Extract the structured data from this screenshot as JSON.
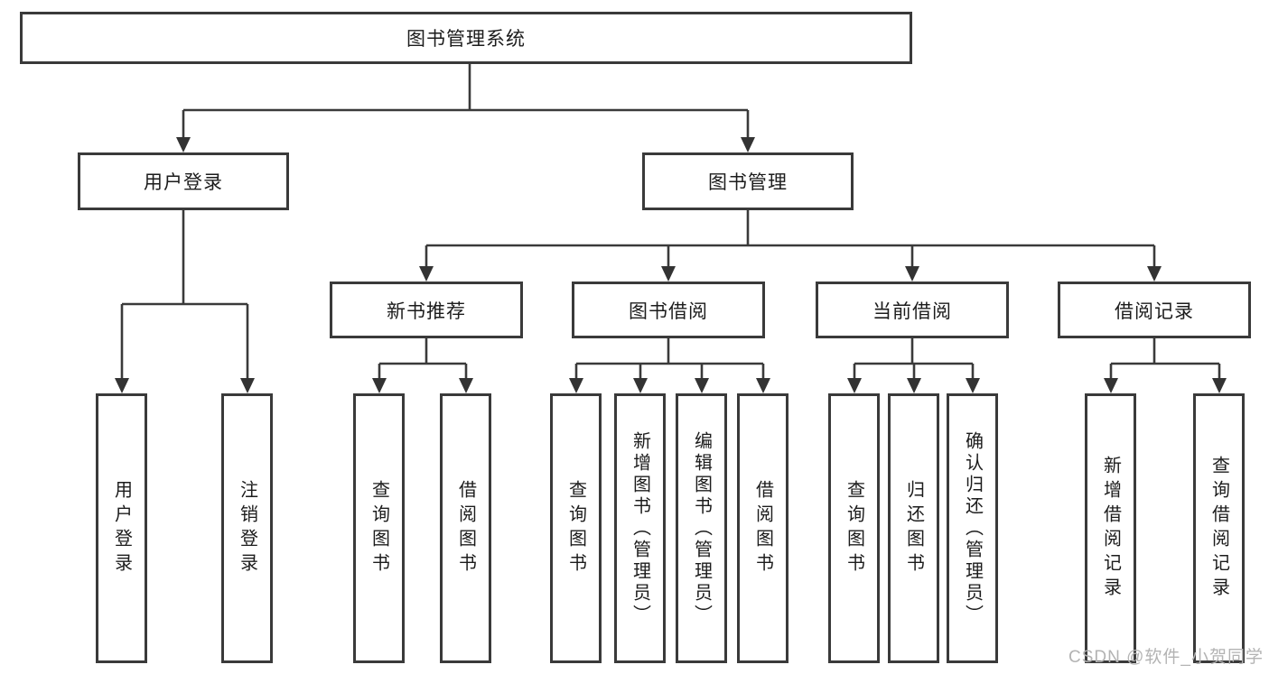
{
  "diagram": {
    "root": {
      "label": "图书管理系统"
    },
    "branches": [
      {
        "label": "用户登录",
        "children": [
          "用户登录",
          "注销登录"
        ]
      },
      {
        "label": "图书管理",
        "children": [
          {
            "label": "新书推荐",
            "children": [
              "查询图书",
              "借阅图书"
            ]
          },
          {
            "label": "图书借阅",
            "children": [
              "查询图书",
              "新增图书（管理员）",
              "编辑图书（管理员）",
              "借阅图书"
            ]
          },
          {
            "label": "当前借阅",
            "children": [
              "查询图书",
              "归还图书",
              "确认归还（管理员）"
            ]
          },
          {
            "label": "借阅记录",
            "children": [
              "新增借阅记录",
              "查询借阅记录"
            ]
          }
        ]
      }
    ]
  },
  "watermark": {
    "text": "CSDN @软件_小贺同学"
  },
  "colors": {
    "line": "#3a3a3a",
    "arrow": "#333333",
    "text": "#1c1c1c",
    "watermark": "#b3b3b3",
    "background": "#ffffff"
  }
}
